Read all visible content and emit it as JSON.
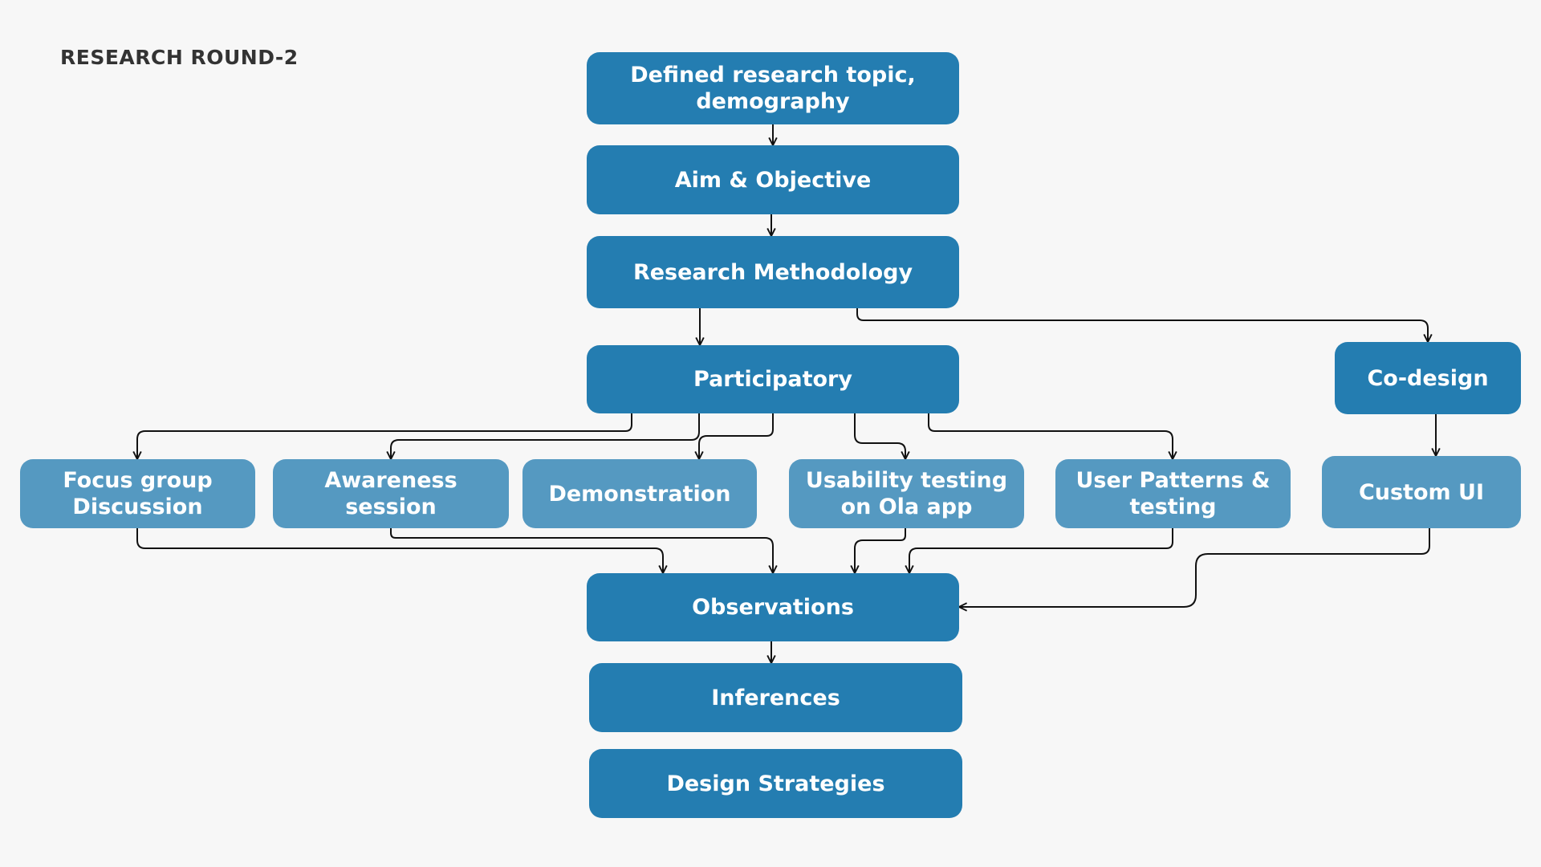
{
  "title": "RESEARCH ROUND-2",
  "nodes": {
    "defined_topic": "Defined research topic, demography",
    "aim_objective": "Aim & Objective",
    "research_methodology": "Research Methodology",
    "participatory": "Participatory",
    "co_design": "Co-design",
    "focus_group": "Focus group Discussion",
    "awareness_session": "Awareness session",
    "demonstration": "Demonstration",
    "usability_testing": "Usability testing on Ola app",
    "user_patterns": "User Patterns & testing",
    "custom_ui": "Custom UI",
    "observations": "Observations",
    "inferences": "Inferences",
    "design_strategies": "Design Strategies"
  },
  "edges": [
    [
      "defined_topic",
      "aim_objective"
    ],
    [
      "aim_objective",
      "research_methodology"
    ],
    [
      "research_methodology",
      "participatory"
    ],
    [
      "research_methodology",
      "co_design"
    ],
    [
      "participatory",
      "focus_group"
    ],
    [
      "participatory",
      "awareness_session"
    ],
    [
      "participatory",
      "demonstration"
    ],
    [
      "participatory",
      "usability_testing"
    ],
    [
      "participatory",
      "user_patterns"
    ],
    [
      "co_design",
      "custom_ui"
    ],
    [
      "focus_group",
      "observations"
    ],
    [
      "awareness_session",
      "observations"
    ],
    [
      "usability_testing",
      "observations"
    ],
    [
      "user_patterns",
      "observations"
    ],
    [
      "custom_ui",
      "observations"
    ],
    [
      "observations",
      "inferences"
    ]
  ],
  "colors": {
    "primary": "#247db1",
    "secondary": "#5599c1",
    "background": "#f7f7f7",
    "title": "#333333",
    "connector": "#111111"
  }
}
